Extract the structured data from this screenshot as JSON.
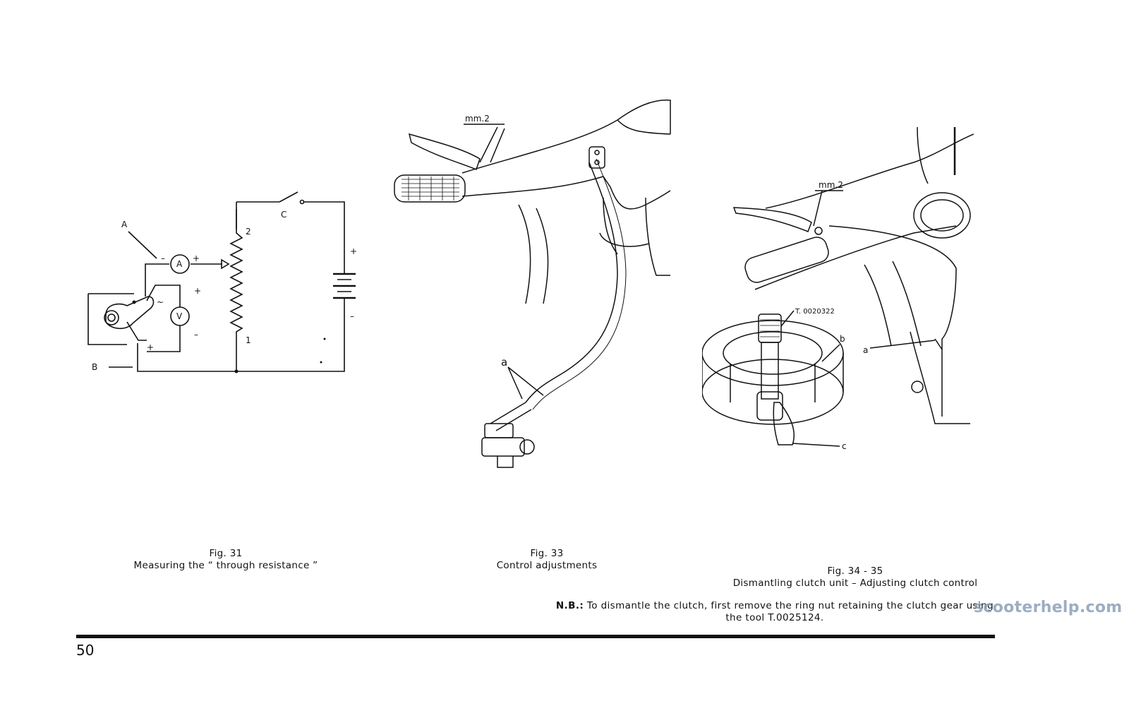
{
  "figures": [
    {
      "id": "fig31",
      "number": "Fig. 31",
      "caption": "Measuring the “ through resistance ”",
      "labels": {
        "A": "A",
        "B": "B",
        "C": "C",
        "ammeter": "A",
        "voltmeter": "V",
        "tap2": "2",
        "tap1": "1",
        "plus": "+",
        "minus": "–",
        "ac": "~"
      }
    },
    {
      "id": "fig33",
      "number": "Fig. 33",
      "caption": "Control adjustments",
      "labels": {
        "gap": "mm.2",
        "a": "a"
      }
    },
    {
      "id": "fig34-35",
      "number": "Fig. 34 - 35",
      "caption": "Dismantling clutch unit – Adjusting clutch control",
      "labels": {
        "gap": "mm.2",
        "tool": "T. 0020322",
        "a": "a",
        "b": "b",
        "c": "c"
      }
    }
  ],
  "note": {
    "prefix": "N.B.:",
    "text": " To dismantle the clutch, first remove the ring nut retaining the clutch gear using the tool T.0025124."
  },
  "page_number": "50",
  "watermark": "scooterhelp.com"
}
